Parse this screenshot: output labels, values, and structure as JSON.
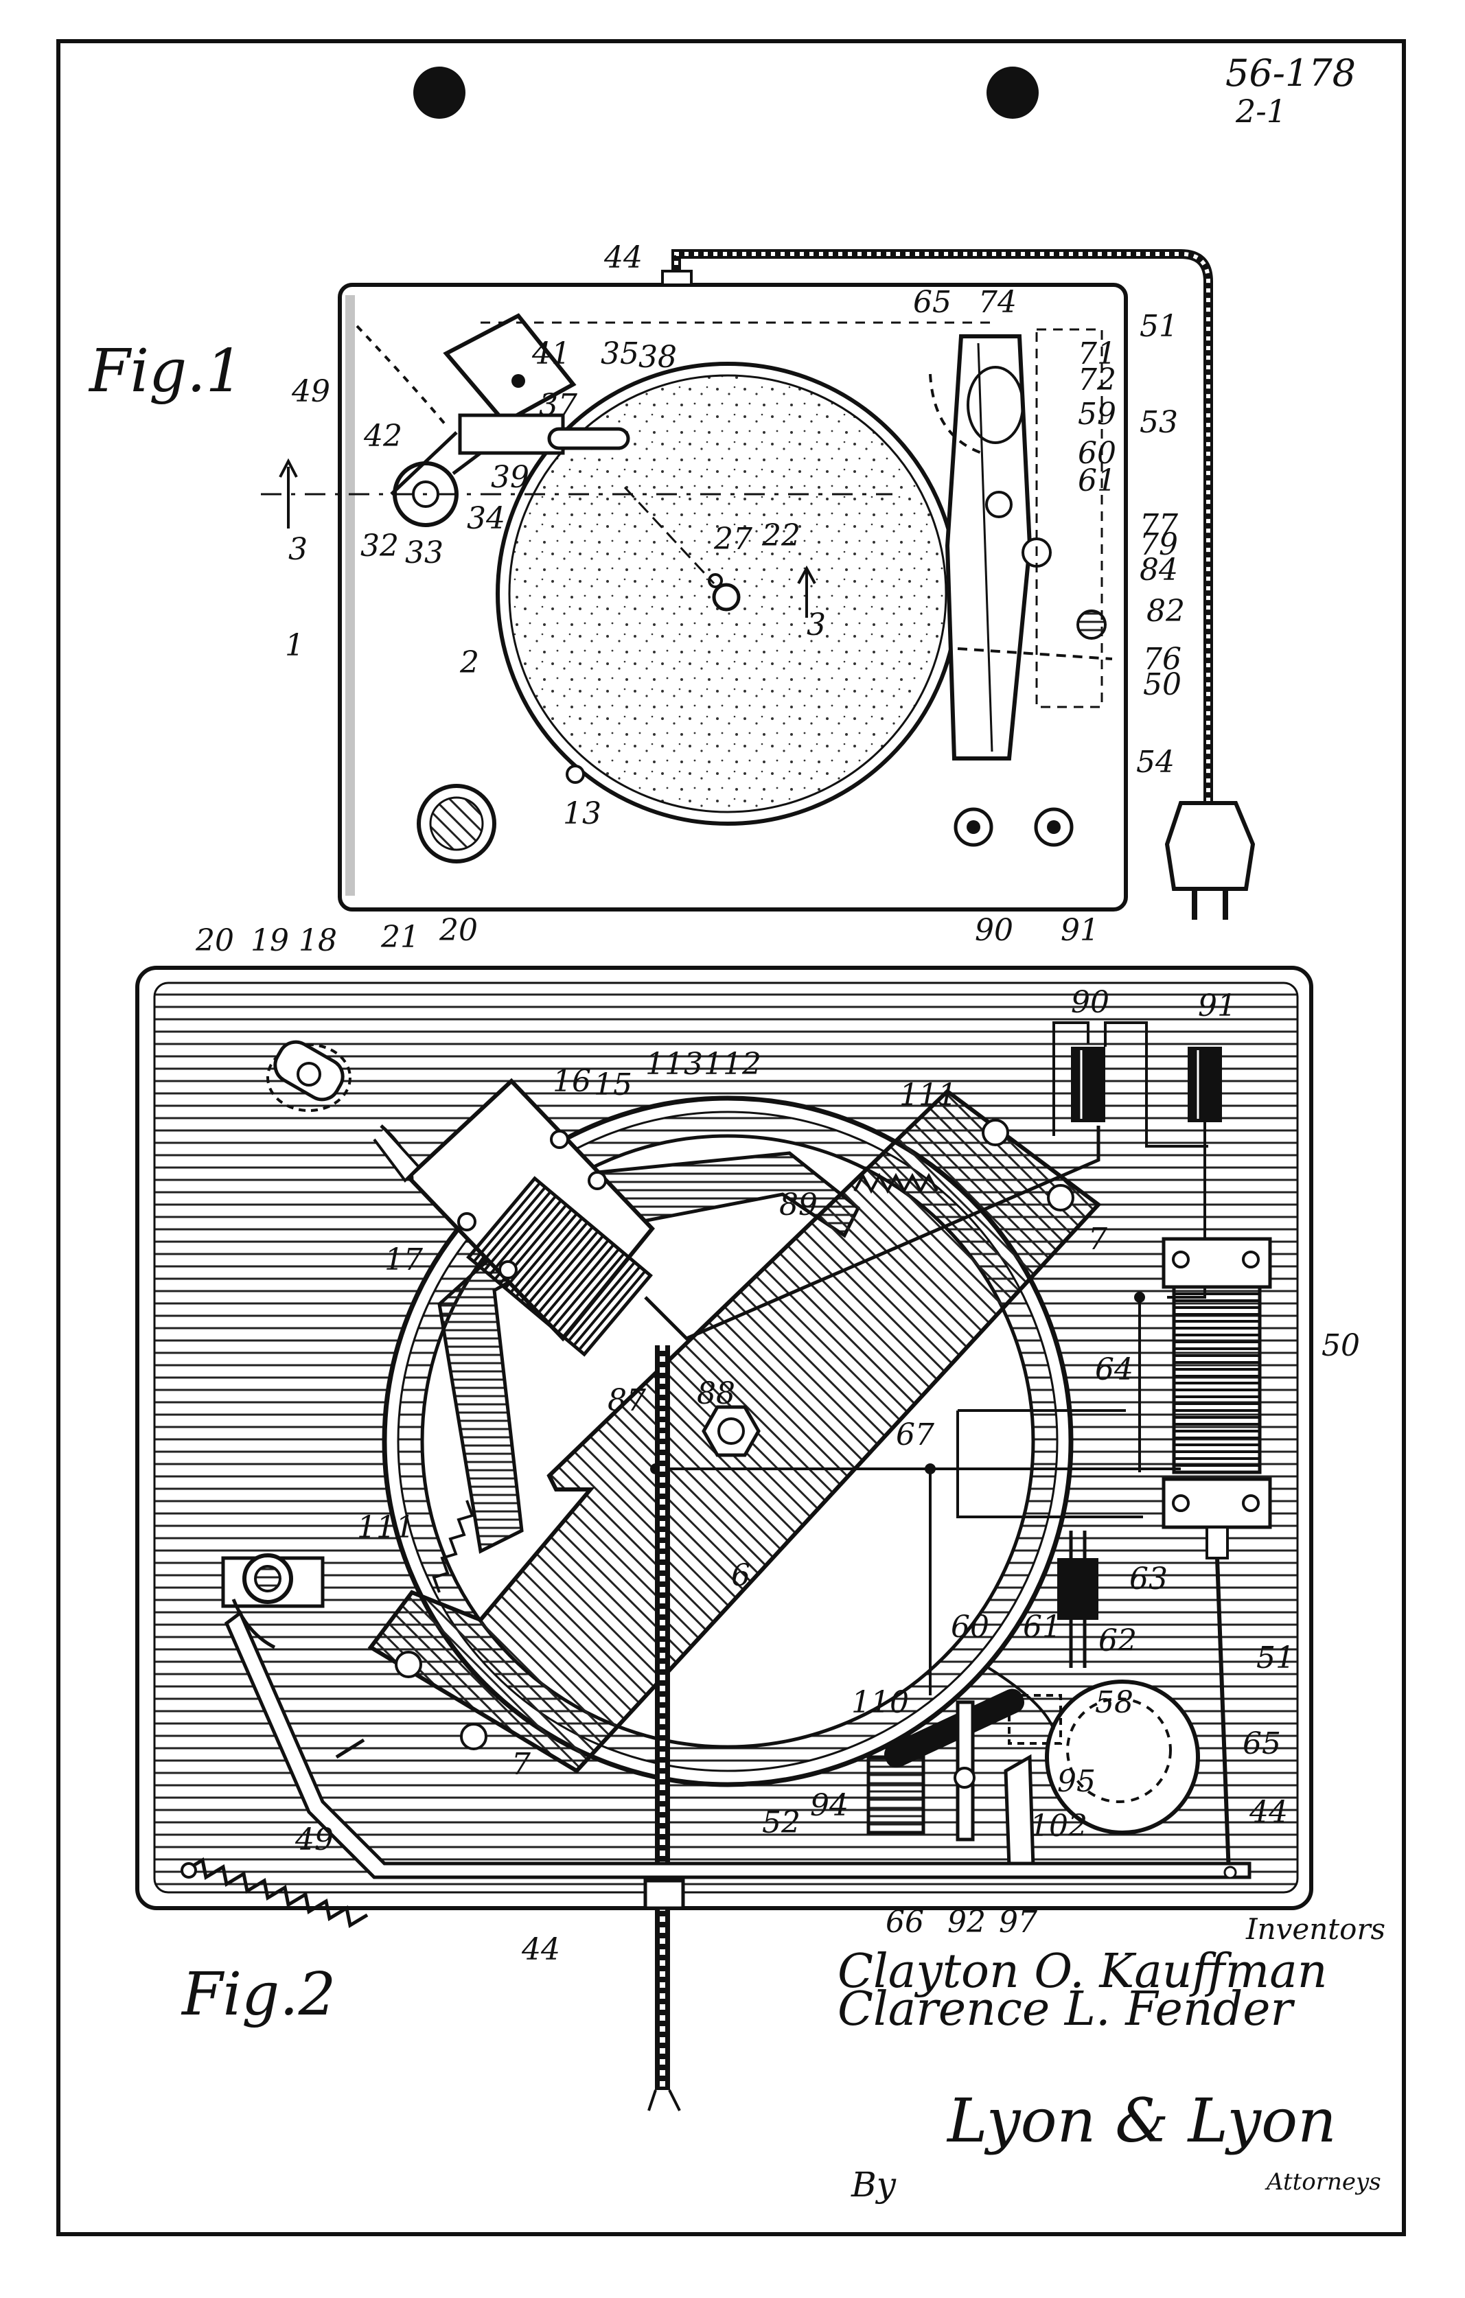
{
  "sheet": {
    "number": "56-178",
    "sheet_no": "2-1",
    "colors": {
      "ink": "#111111",
      "paper": "#ffffff"
    }
  },
  "fig1": {
    "title": "Fig.1",
    "labels": [
      "44",
      "49",
      "41",
      "35",
      "38",
      "37",
      "42",
      "39",
      "32",
      "33",
      "34",
      "3",
      "1",
      "2",
      "27",
      "22",
      "3",
      "13",
      "21",
      "20",
      "65",
      "74",
      "51",
      "71",
      "72",
      "59",
      "53",
      "60",
      "61",
      "77",
      "79",
      "84",
      "82",
      "76",
      "50",
      "54",
      "90",
      "91"
    ]
  },
  "fig2": {
    "title": "Fig.2",
    "labels": [
      "20",
      "19",
      "18",
      "16",
      "15",
      "113",
      "112",
      "111",
      "90",
      "91",
      "89",
      "7",
      "17",
      "50",
      "64",
      "87",
      "88",
      "67",
      "63",
      "111",
      "6",
      "60",
      "61",
      "62",
      "51",
      "58",
      "65",
      "110",
      "95",
      "94",
      "52",
      "102",
      "44",
      "7",
      "49",
      "44",
      "66",
      "92",
      "97"
    ]
  },
  "signatures": {
    "inventors_heading": "Inventors",
    "inventor_1": "Clayton O. Kauffman",
    "inventor_2": "Clarence L. Fender",
    "by": "By",
    "attorney": "Lyon & Lyon",
    "attorneys_caption": "Attorneys"
  }
}
